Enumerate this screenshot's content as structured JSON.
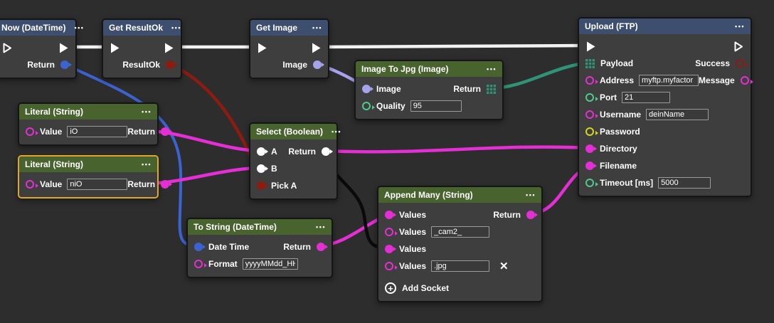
{
  "icons": {
    "menu": "•••",
    "delete": "✕",
    "plus": "+"
  },
  "colors": {
    "background": "#2d2d2d",
    "node_body": "#3e3e3e",
    "header_blue": "#3d4e6e",
    "header_green": "#48632e",
    "selection_orange": "#dfa62c",
    "string_magenta": "#e32fd3",
    "datetime_blue": "#3c63d2",
    "result_red": "#8e1b10",
    "image_lavender": "#a5a3ec",
    "number_green": "#4ec98f",
    "password_yellow": "#d6d61f",
    "payload_teal": "#2f9475",
    "exec_white": "#f2f2f2"
  },
  "wire_colors": {
    "exec": "#f2f2f2",
    "datetime": "#3c63d2",
    "result": "#8e1b10",
    "image": "#a5a3ec",
    "payload": "#2f9475",
    "string": "#e32fd3",
    "black": "#0a0a0a"
  },
  "nodes": {
    "now": {
      "title": "Now (DateTime)",
      "return_label": "Return"
    },
    "get_resultok": {
      "title": "Get ResultOk",
      "output_label": "ResultOk"
    },
    "get_image": {
      "title": "Get Image",
      "output_label": "Image"
    },
    "image_to_jpg": {
      "title": "Image To Jpg (Image)",
      "image_label": "Image",
      "return_label": "Return",
      "quality_label": "Quality",
      "quality_value": "95"
    },
    "upload_ftp": {
      "title": "Upload (FTP)",
      "payload_label": "Payload",
      "success_label": "Success",
      "address_label": "Address",
      "address_value": "myftp.myfactor",
      "message_label": "Message",
      "port_label": "Port",
      "port_value": "21",
      "username_label": "Username",
      "username_value": "deinName",
      "password_label": "Password",
      "directory_label": "Directory",
      "filename_label": "Filename",
      "timeout_label": "Timeout [ms]",
      "timeout_value": "5000"
    },
    "literal_io": {
      "title": "Literal (String)",
      "value_label": "Value",
      "value": "iO",
      "return_label": "Return"
    },
    "literal_nio": {
      "title": "Literal (String)",
      "value_label": "Value",
      "value": "niO",
      "return_label": "Return"
    },
    "select_boolean": {
      "title": "Select (Boolean)",
      "a_label": "A",
      "b_label": "B",
      "pick_label": "Pick A",
      "return_label": "Return"
    },
    "to_string": {
      "title": "To String (DateTime)",
      "datetime_label": "Date Time",
      "format_label": "Format",
      "format_value": "yyyyMMdd_HH",
      "return_label": "Return"
    },
    "append_many": {
      "title": "Append Many (String)",
      "values_label_1": "Values",
      "values_label_2": "Values",
      "values_value_2": "_cam2_",
      "values_label_3": "Values",
      "values_label_4": "Values",
      "values_value_4": ".jpg",
      "return_label": "Return",
      "add_socket_label": "Add Socket"
    }
  }
}
